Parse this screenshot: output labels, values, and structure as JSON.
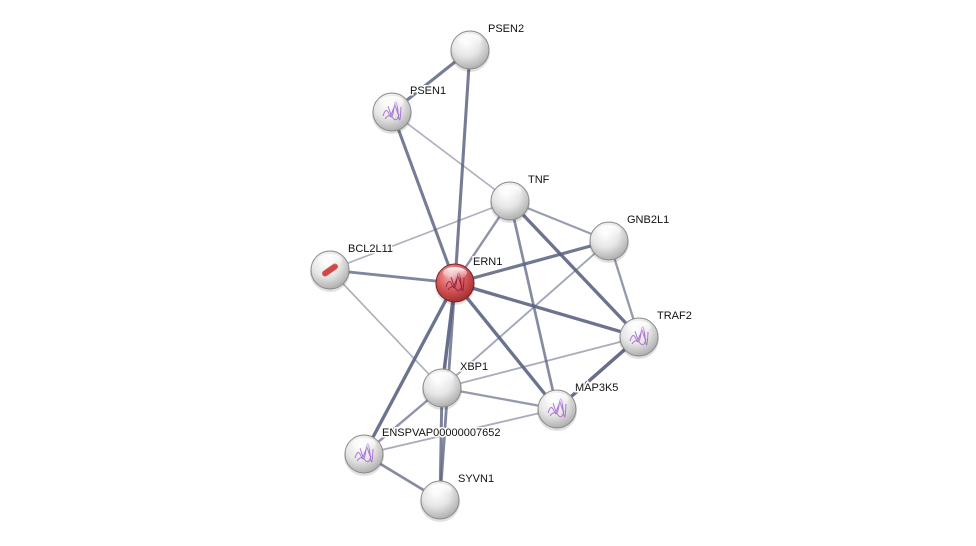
{
  "network": {
    "highlight_color": "#d9585b",
    "node_color": "#e4e4e4",
    "edge_color": "#5a6280",
    "nodes": [
      {
        "id": "PSEN2",
        "label": "PSEN2",
        "structure": "none",
        "query": false
      },
      {
        "id": "PSEN1",
        "label": "PSEN1",
        "structure": "protein",
        "query": false
      },
      {
        "id": "TNF",
        "label": "TNF",
        "structure": "none",
        "query": false
      },
      {
        "id": "GNB2L1",
        "label": "GNB2L1",
        "structure": "none",
        "query": false
      },
      {
        "id": "BCL2L11",
        "label": "BCL2L11",
        "structure": "helix",
        "query": false
      },
      {
        "id": "ERN1",
        "label": "ERN1",
        "structure": "protein",
        "query": true
      },
      {
        "id": "TRAF2",
        "label": "TRAF2",
        "structure": "protein",
        "query": false
      },
      {
        "id": "XBP1",
        "label": "XBP1",
        "structure": "none",
        "query": false
      },
      {
        "id": "MAP3K5",
        "label": "MAP3K5",
        "structure": "protein",
        "query": false
      },
      {
        "id": "ENSPVAP00000007652",
        "label": "ENSPVAP00000007652",
        "structure": "protein",
        "query": false
      },
      {
        "id": "SYVN1",
        "label": "SYVN1",
        "structure": "none",
        "query": false
      }
    ],
    "edges": [
      {
        "a": "PSEN2",
        "b": "PSEN1",
        "confidence": 0.8
      },
      {
        "a": "PSEN2",
        "b": "ERN1",
        "confidence": 0.8
      },
      {
        "a": "PSEN1",
        "b": "ERN1",
        "confidence": 0.8
      },
      {
        "a": "PSEN1",
        "b": "TNF",
        "confidence": 0.25
      },
      {
        "a": "TNF",
        "b": "BCL2L11",
        "confidence": 0.25
      },
      {
        "a": "TNF",
        "b": "ERN1",
        "confidence": 0.55
      },
      {
        "a": "TNF",
        "b": "GNB2L1",
        "confidence": 0.45
      },
      {
        "a": "TNF",
        "b": "TRAF2",
        "confidence": 0.9
      },
      {
        "a": "TNF",
        "b": "MAP3K5",
        "confidence": 0.65
      },
      {
        "a": "ERN1",
        "b": "GNB2L1",
        "confidence": 0.85
      },
      {
        "a": "ERN1",
        "b": "BCL2L11",
        "confidence": 0.7
      },
      {
        "a": "ERN1",
        "b": "TRAF2",
        "confidence": 0.9
      },
      {
        "a": "ERN1",
        "b": "MAP3K5",
        "confidence": 0.9
      },
      {
        "a": "ERN1",
        "b": "XBP1",
        "confidence": 0.95
      },
      {
        "a": "ERN1",
        "b": "ENSPVAP00000007652",
        "confidence": 0.9
      },
      {
        "a": "ERN1",
        "b": "SYVN1",
        "confidence": 0.7
      },
      {
        "a": "BCL2L11",
        "b": "XBP1",
        "confidence": 0.25
      },
      {
        "a": "GNB2L1",
        "b": "TRAF2",
        "confidence": 0.5
      },
      {
        "a": "GNB2L1",
        "b": "XBP1",
        "confidence": 0.35
      },
      {
        "a": "TRAF2",
        "b": "MAP3K5",
        "confidence": 0.95
      },
      {
        "a": "TRAF2",
        "b": "XBP1",
        "confidence": 0.3
      },
      {
        "a": "XBP1",
        "b": "MAP3K5",
        "confidence": 0.5
      },
      {
        "a": "XBP1",
        "b": "ENSPVAP00000007652",
        "confidence": 0.55
      },
      {
        "a": "XBP1",
        "b": "SYVN1",
        "confidence": 0.75
      },
      {
        "a": "ENSPVAP00000007652",
        "b": "SYVN1",
        "confidence": 0.65
      },
      {
        "a": "ENSPVAP00000007652",
        "b": "MAP3K5",
        "confidence": 0.3
      }
    ]
  }
}
